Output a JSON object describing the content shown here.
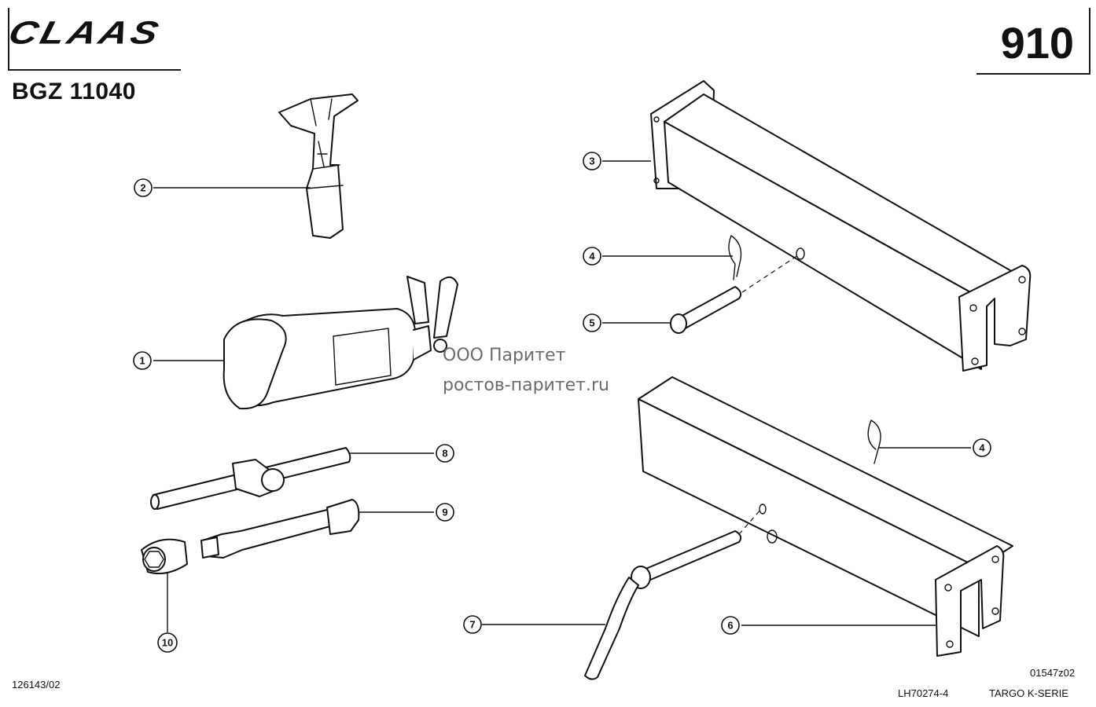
{
  "header": {
    "brand_logo": "CLAAS",
    "assembly_ref": "BGZ 11040",
    "page_number": "910"
  },
  "footer": {
    "left_code": "126143/02",
    "drawing_code": "01547z02",
    "doc_ref": "LH70274-4",
    "model_series": "TARGO K-SERIE"
  },
  "watermark": {
    "line1": "ООО Паритет",
    "line2": "ростов-паритет.ru"
  },
  "callouts": {
    "c1": "1",
    "c2": "2",
    "c3": "3",
    "c4a": "4",
    "c4b": "4",
    "c5": "5",
    "c6": "6",
    "c7": "7",
    "c8": "8",
    "c9": "9",
    "c10": "10"
  },
  "colors": {
    "ink": "#111111",
    "paper": "#ffffff",
    "watermark": "#6b6b6b"
  }
}
